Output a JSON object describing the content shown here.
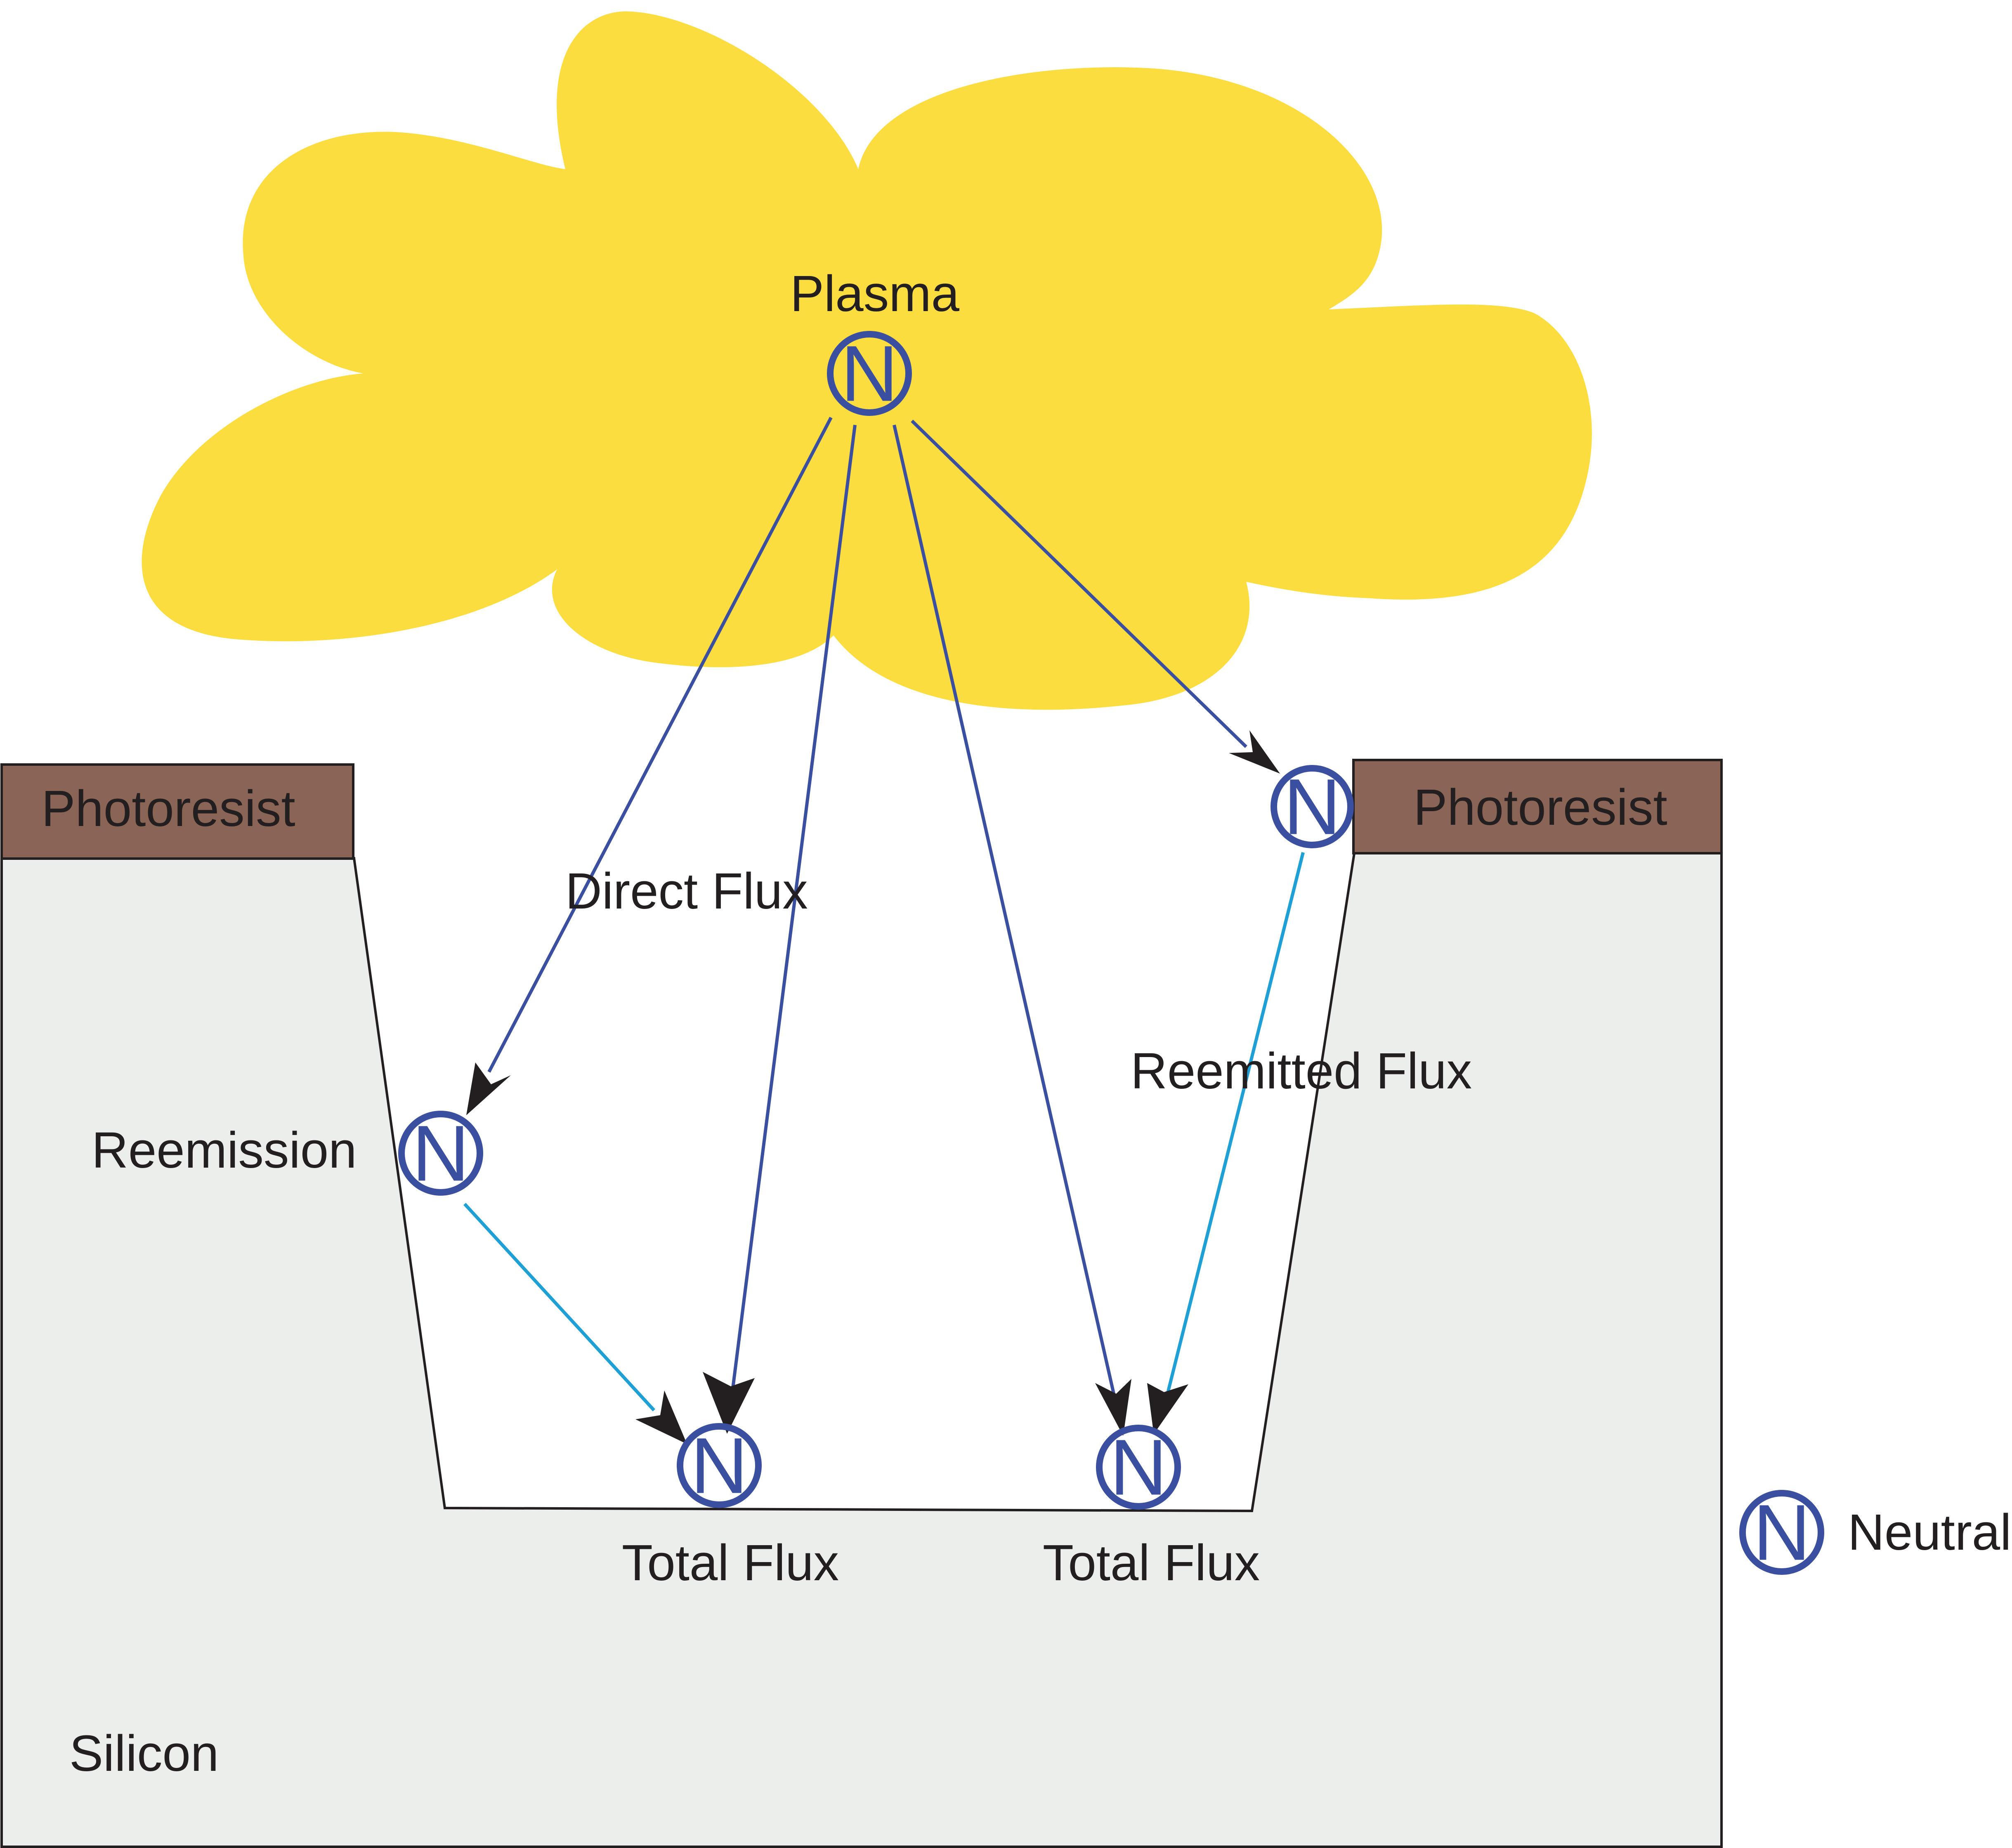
{
  "plasma": {
    "label": "Plasma",
    "color": "#fcdd3f"
  },
  "photoresist": {
    "left_label": "Photoresist",
    "right_label": "Photoresist",
    "color": "#8a6556"
  },
  "silicon": {
    "label": "Silicon",
    "color": "#eceeec"
  },
  "flux_labels": {
    "direct": "Direct Flux",
    "reemitted": "Reemitted Flux",
    "reemission": "Reemission",
    "total_left": "Total Flux",
    "total_right": "Total Flux"
  },
  "neutral_symbol": "N",
  "legend": {
    "label": "Neutral"
  },
  "colors": {
    "direct_flux_arrow": "#3a4fa0",
    "reemitted_flux_arrow": "#1ea0d6",
    "neutral_symbol": "#3a4fa0"
  }
}
